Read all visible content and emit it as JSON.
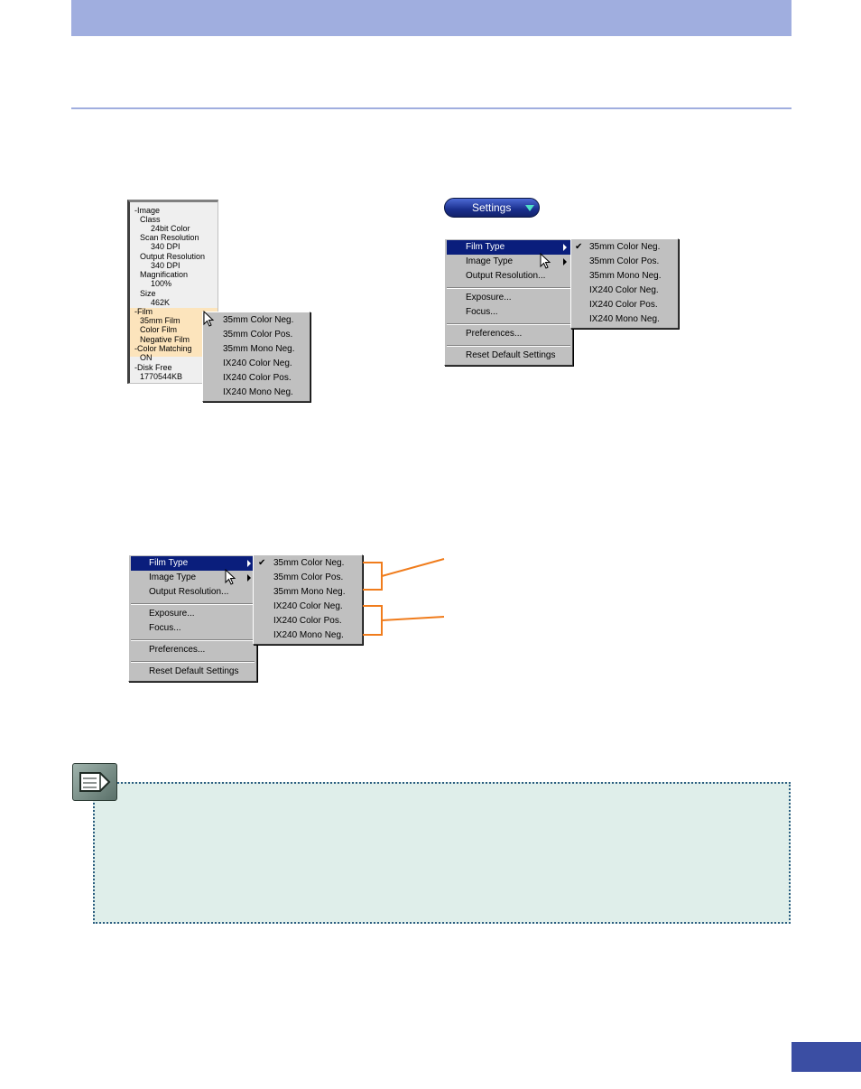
{
  "info_panel": {
    "lines": [
      "-Image",
      "Class",
      "24bit Color",
      "Scan Resolution",
      "340 DPI",
      "Output Resolution",
      "340 DPI",
      "Magnification",
      "100%",
      "Size",
      "462K",
      "-Film",
      "35mm Film",
      "Color Film",
      "Negative Film",
      "-Color Matching",
      "ON",
      "-Disk Free",
      "1770544KB"
    ]
  },
  "film_submenu_left": {
    "items": [
      "35mm Color Neg.",
      "35mm Color Pos.",
      "35mm Mono Neg.",
      "IX240 Color Neg.",
      "IX240 Color Pos.",
      "IX240 Mono Neg."
    ]
  },
  "settings_button": {
    "label": "Settings"
  },
  "settings_menu": {
    "film_type": "Film Type",
    "image_type": "Image Type",
    "output_resolution": "Output Resolution...",
    "exposure": "Exposure...",
    "focus": "Focus...",
    "preferences": "Preferences...",
    "reset": "Reset Default Settings"
  },
  "film_type_submenu": {
    "items": [
      "35mm Color Neg.",
      "35mm Color Pos.",
      "35mm Mono Neg.",
      "IX240 Color Neg.",
      "IX240 Color Pos.",
      "IX240 Mono Neg."
    ],
    "checked_index": 0
  },
  "colors": {
    "header_band": "#a0aedf",
    "menu_highlight": "#0a1e7c",
    "bracket": "#f07c1c",
    "note_bg": "#dfeeea",
    "page_tab": "#3b4ea3"
  },
  "icons": {
    "note": "note-pencil-icon",
    "cursor": "mouse-pointer-icon",
    "check": "checkmark-icon",
    "dropdown": "triangle-down-icon"
  }
}
